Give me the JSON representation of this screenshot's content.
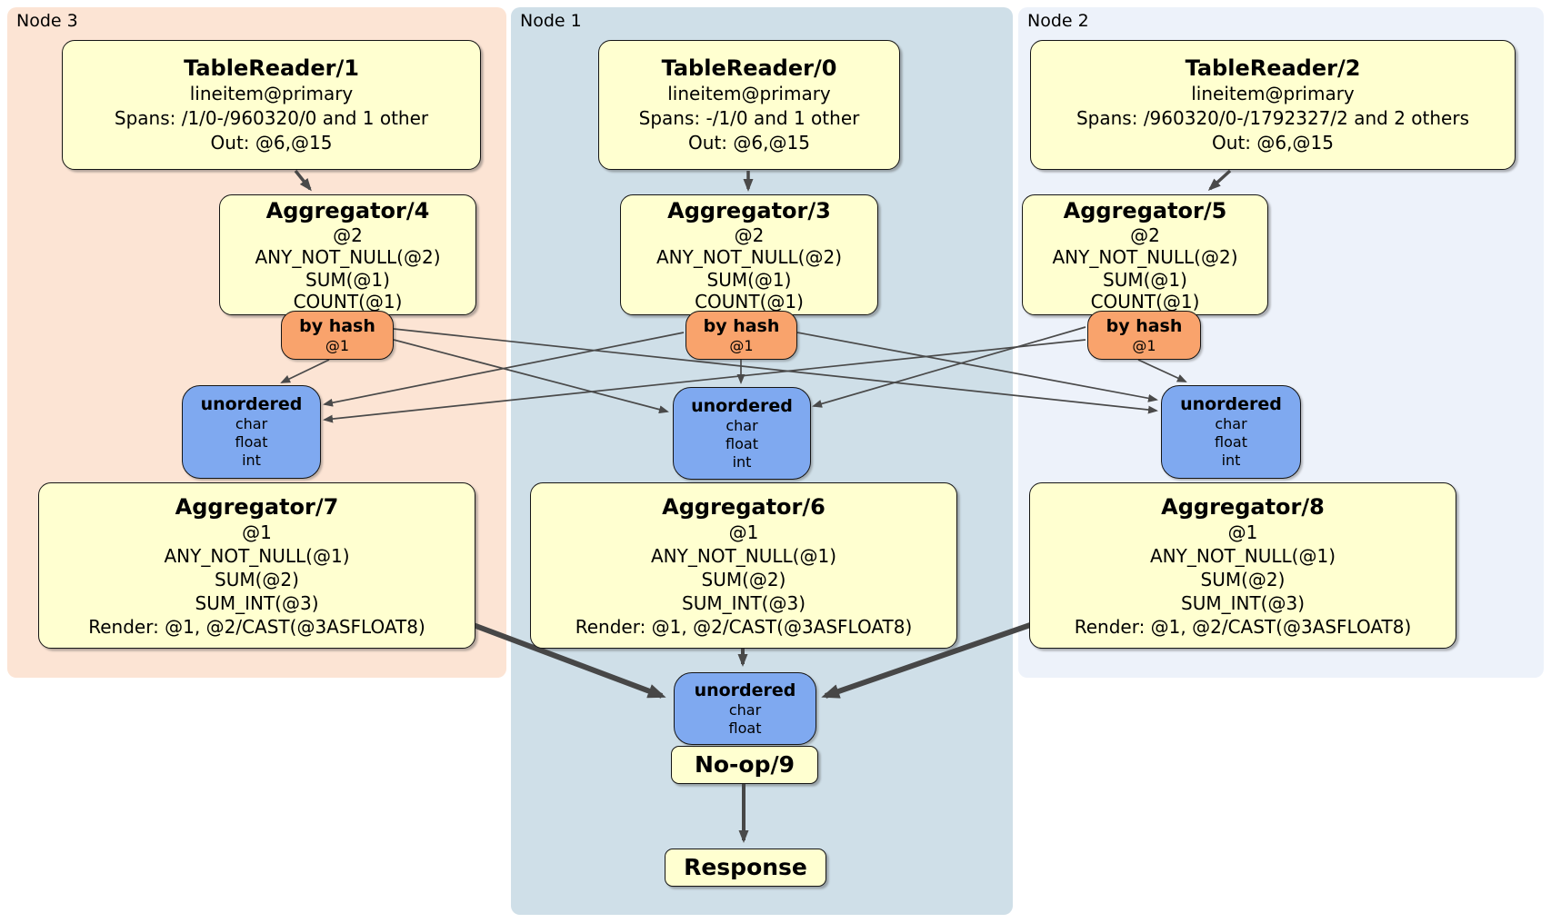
{
  "colors": {
    "node3_region_bg": "#fce4d4",
    "node1_region_bg": "#cfdfe8",
    "node2_region_bg": "#edf2fa",
    "processor_box_bg": "#ffffd0",
    "router_box_bg": "#f9a36c",
    "sync_box_bg": "#7fa9f0",
    "box_border": "#151515",
    "edge_color": "#4a4a4a"
  },
  "node3": {
    "label": "Node 3",
    "tablereader": {
      "title": "TableReader/1",
      "lines": [
        "lineitem@primary",
        "Spans: /1/0-/960320/0 and 1 other",
        "Out: @6,@15"
      ]
    },
    "aggregator_top": {
      "title": "Aggregator/4",
      "lines": [
        "@2",
        "ANY_NOT_NULL(@2)",
        "SUM(@1)",
        "COUNT(@1)"
      ]
    },
    "router": {
      "title": "by hash",
      "lines": [
        "@1"
      ]
    },
    "sync": {
      "title": "unordered",
      "lines": [
        "char",
        "float",
        "int"
      ]
    },
    "aggregator_bottom": {
      "title": "Aggregator/7",
      "lines": [
        "@1",
        "ANY_NOT_NULL(@1)",
        "SUM(@2)",
        "SUM_INT(@3)",
        "Render: @1, @2/CAST(@3ASFLOAT8)"
      ]
    }
  },
  "node1": {
    "label": "Node 1",
    "tablereader": {
      "title": "TableReader/0",
      "lines": [
        "lineitem@primary",
        "Spans: -/1/0 and 1 other",
        "Out: @6,@15"
      ]
    },
    "aggregator_top": {
      "title": "Aggregator/3",
      "lines": [
        "@2",
        "ANY_NOT_NULL(@2)",
        "SUM(@1)",
        "COUNT(@1)"
      ]
    },
    "router": {
      "title": "by hash",
      "lines": [
        "@1"
      ]
    },
    "sync": {
      "title": "unordered",
      "lines": [
        "char",
        "float",
        "int"
      ]
    },
    "aggregator_bottom": {
      "title": "Aggregator/6",
      "lines": [
        "@1",
        "ANY_NOT_NULL(@1)",
        "SUM(@2)",
        "SUM_INT(@3)",
        "Render: @1, @2/CAST(@3ASFLOAT8)"
      ]
    },
    "final_sync": {
      "title": "unordered",
      "lines": [
        "char",
        "float"
      ]
    },
    "noop": {
      "title": "No-op/9"
    },
    "response": {
      "title": "Response"
    }
  },
  "node2": {
    "label": "Node 2",
    "tablereader": {
      "title": "TableReader/2",
      "lines": [
        "lineitem@primary",
        "Spans: /960320/0-/1792327/2 and 2 others",
        "Out: @6,@15"
      ]
    },
    "aggregator_top": {
      "title": "Aggregator/5",
      "lines": [
        "@2",
        "ANY_NOT_NULL(@2)",
        "SUM(@1)",
        "COUNT(@1)"
      ]
    },
    "router": {
      "title": "by hash",
      "lines": [
        "@1"
      ]
    },
    "sync": {
      "title": "unordered",
      "lines": [
        "char",
        "float",
        "int"
      ]
    },
    "aggregator_bottom": {
      "title": "Aggregator/8",
      "lines": [
        "@1",
        "ANY_NOT_NULL(@1)",
        "SUM(@2)",
        "SUM_INT(@3)",
        "Render: @1, @2/CAST(@3ASFLOAT8)"
      ]
    }
  }
}
